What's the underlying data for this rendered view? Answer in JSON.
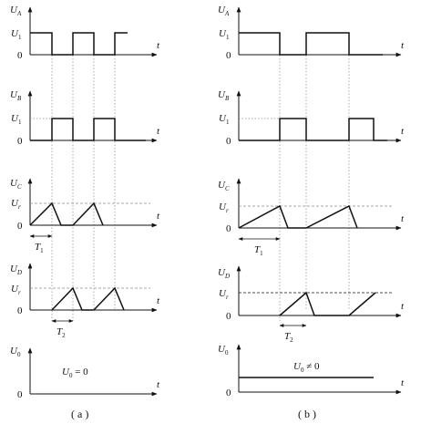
{
  "columns": [
    {
      "id": "a",
      "caption": "( a )",
      "panels": [
        {
          "id": "UA",
          "var": "U",
          "sub": "A",
          "level_label": "U",
          "level_sub": "1",
          "zero": "0",
          "t": "t"
        },
        {
          "id": "UB",
          "var": "U",
          "sub": "B",
          "level_label": "U",
          "level_sub": "1",
          "zero": "0",
          "t": "t"
        },
        {
          "id": "UC",
          "var": "U",
          "sub": "C",
          "level_label": "U",
          "level_sub": "r",
          "zero": "0",
          "t": "t",
          "period_label": "T",
          "period_sub": "1"
        },
        {
          "id": "UD",
          "var": "U",
          "sub": "D",
          "level_label": "U",
          "level_sub": "r",
          "zero": "0",
          "t": "t",
          "period_label": "T",
          "period_sub": "2"
        },
        {
          "id": "U0",
          "var": "U",
          "sub": "0",
          "zero": "0",
          "t": "t",
          "note": "U",
          "note_sub": "0",
          "note_rest": " = 0"
        }
      ]
    },
    {
      "id": "b",
      "caption": "( b )",
      "panels": [
        {
          "id": "UA",
          "var": "U",
          "sub": "A",
          "level_label": "U",
          "level_sub": "1",
          "zero": "0",
          "t": "t"
        },
        {
          "id": "UB",
          "var": "U",
          "sub": "B",
          "level_label": "U",
          "level_sub": "1",
          "zero": "0",
          "t": "t"
        },
        {
          "id": "UC",
          "var": "U",
          "sub": "C",
          "level_label": "U",
          "level_sub": "r",
          "zero": "0",
          "t": "t",
          "period_label": "T",
          "period_sub": "1"
        },
        {
          "id": "UD",
          "var": "U",
          "sub": "D",
          "level_label": "U",
          "level_sub": "r",
          "zero": "0",
          "t": "t",
          "period_label": "T",
          "period_sub": "2"
        },
        {
          "id": "U0",
          "var": "U",
          "sub": "0",
          "zero": "0",
          "t": "t",
          "note": "U",
          "note_sub": "0",
          "note_rest": " ≠ 0"
        }
      ]
    }
  ],
  "colors": {
    "line": "#111111",
    "guide": "#8a8a8a"
  }
}
